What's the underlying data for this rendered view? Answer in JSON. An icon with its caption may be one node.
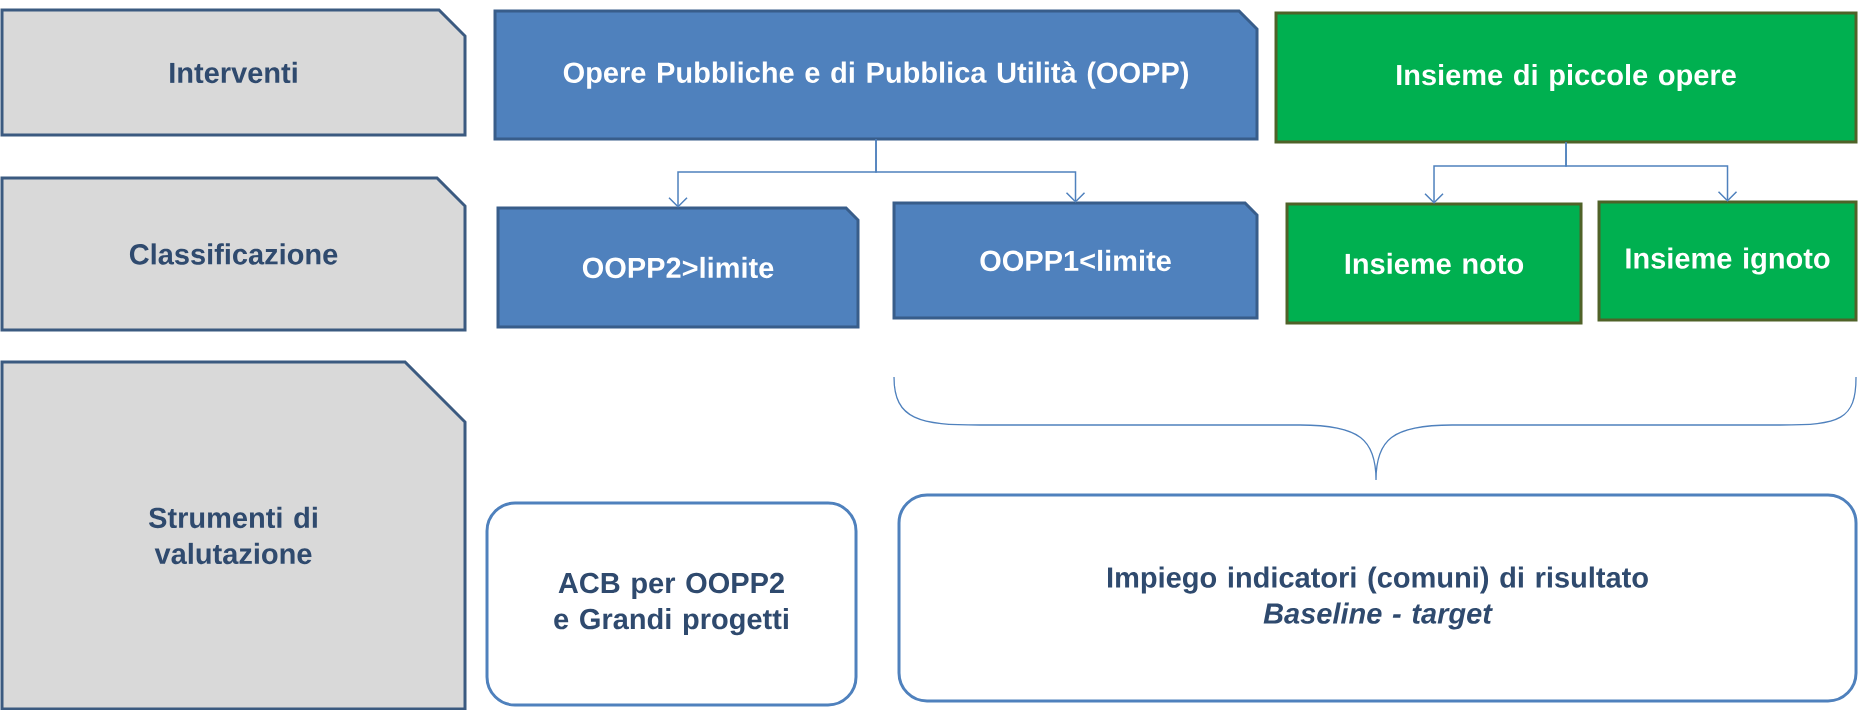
{
  "diagram": {
    "nodes": [
      {
        "text": [
          "Interventi"
        ]
      },
      {
        "text": [
          "Opere Pubbliche e di Pubblica Utilità (OOPP)"
        ]
      },
      {
        "text": [
          "Insieme di piccole opere"
        ]
      },
      {
        "text": [
          "Classificazione"
        ]
      },
      {
        "text": [
          "OOPP2>limite"
        ]
      },
      {
        "text": [
          "OOPP1<limite"
        ]
      },
      {
        "text": [
          "Insieme noto"
        ]
      },
      {
        "text": [
          "Insieme ignoto"
        ]
      },
      {
        "text": [
          "Strumenti di valutazione"
        ]
      },
      {
        "text": [
          "ACB per OOPP2 e Grandi progetti"
        ]
      },
      {
        "text": [
          "Impiego indicatori (comuni) di risultato",
          "Baseline - target"
        ]
      }
    ],
    "edges": [
      {
        "from": 1,
        "to": 4,
        "arrow": "to"
      },
      {
        "from": 1,
        "to": 5,
        "arrow": "to"
      },
      {
        "from": 2,
        "to": 6,
        "arrow": "to"
      },
      {
        "from": 2,
        "to": 7,
        "arrow": "to"
      }
    ]
  }
}
